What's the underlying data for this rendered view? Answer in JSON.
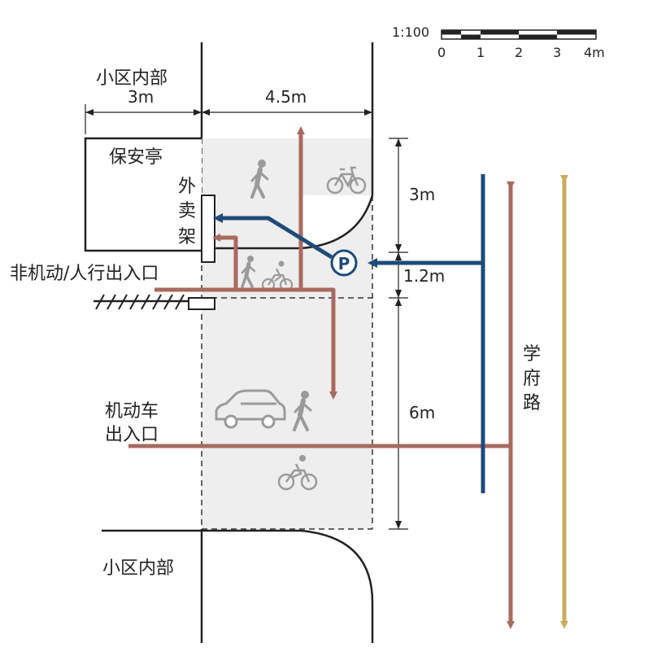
{
  "labels": {
    "inner_top": "小区内部",
    "inner_top_width": "3m",
    "road_width": "4.5m",
    "guard_booth": "保安亭",
    "delivery_rack": [
      "外",
      "卖",
      "架"
    ],
    "ped_entrance": "非机动/人行出入口",
    "vehicle_entrance": [
      "机动车",
      "出入口"
    ],
    "inner_bottom": "小区内部",
    "street": [
      "学",
      "府",
      "路"
    ],
    "parking_symbol": "P"
  },
  "dimensions": {
    "d1": "3m",
    "d2": "1.2m",
    "d3": "6m"
  },
  "scale_bar": {
    "ratio": "1:100",
    "ticks": [
      "0",
      "1",
      "2",
      "3",
      "4m"
    ]
  },
  "colors": {
    "flow_red": "#a86a5f",
    "flow_blue": "#1f4a7a",
    "flow_gold": "#c8ad5e",
    "zone_fill": "#eeeeee",
    "icon_grey": "#9a9a9a"
  }
}
